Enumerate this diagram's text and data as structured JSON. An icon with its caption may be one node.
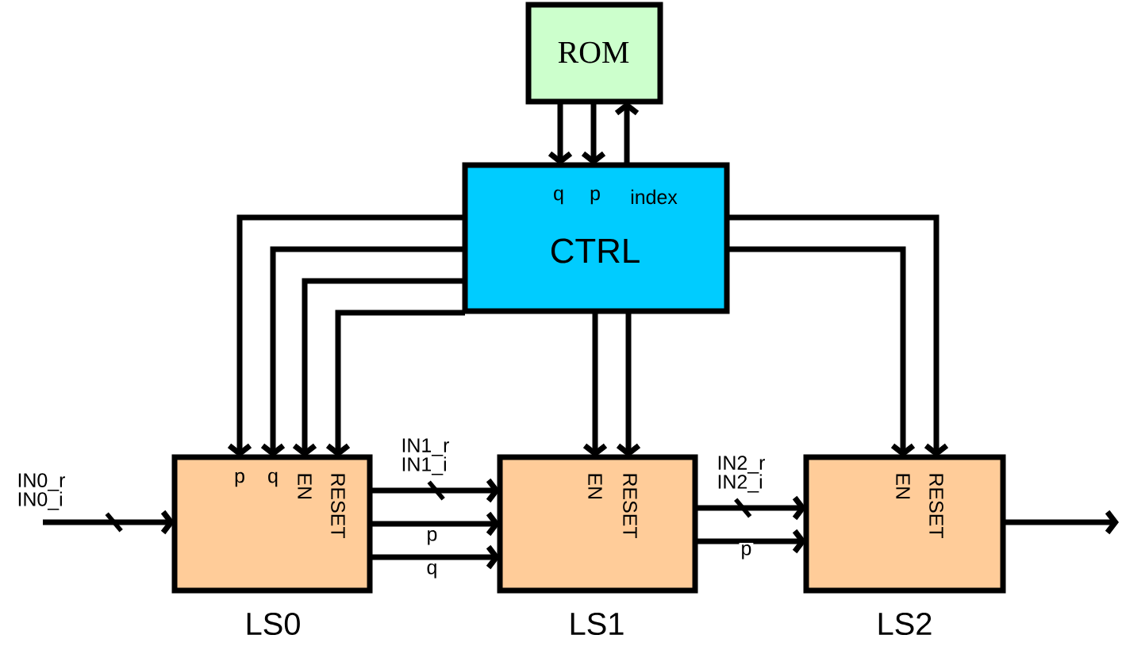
{
  "diagram": {
    "nodes": [
      {
        "text": [
          "ROM"
        ]
      },
      {
        "text": [
          "q",
          "p",
          "index",
          "CTRL"
        ]
      },
      {
        "text": [
          "p",
          "q",
          "EN",
          "RESET"
        ],
        "beside": [
          "LS0"
        ]
      },
      {
        "text": [
          "EN",
          "RESET"
        ],
        "beside": [
          "LS1"
        ]
      },
      {
        "text": [
          "EN",
          "RESET"
        ],
        "beside": [
          "LS2"
        ]
      }
    ],
    "edges": [
      {
        "from": 0,
        "to": 1,
        "arrow": "to"
      },
      {
        "from": 0,
        "to": 1,
        "arrow": "to"
      },
      {
        "from": 1,
        "to": 0,
        "arrow": "to"
      },
      {
        "from": 1,
        "to": 2,
        "arrow": "to"
      },
      {
        "from": 1,
        "to": 2,
        "arrow": "to"
      },
      {
        "from": 1,
        "to": 2,
        "arrow": "to"
      },
      {
        "from": 1,
        "to": 2,
        "arrow": "to"
      },
      {
        "from": 1,
        "to": 3,
        "arrow": "to"
      },
      {
        "from": 1,
        "to": 3,
        "arrow": "to"
      },
      {
        "from": 1,
        "to": 4,
        "arrow": "to"
      },
      {
        "from": 1,
        "to": 4,
        "arrow": "to"
      },
      {
        "from": null,
        "to": 2,
        "arrow": "to",
        "label": "IN0_r IN0_i"
      },
      {
        "from": 2,
        "to": 3,
        "arrow": "to",
        "label": "IN1_r IN1_i"
      },
      {
        "from": 2,
        "to": 3,
        "arrow": "to",
        "label": "p"
      },
      {
        "from": 2,
        "to": 3,
        "arrow": "to",
        "label": "q"
      },
      {
        "from": 3,
        "to": 4,
        "arrow": "to",
        "label": "IN2_r IN2_i"
      },
      {
        "from": 3,
        "to": 4,
        "arrow": "to",
        "label": "p"
      },
      {
        "from": 4,
        "to": null,
        "arrow": "to"
      }
    ]
  }
}
